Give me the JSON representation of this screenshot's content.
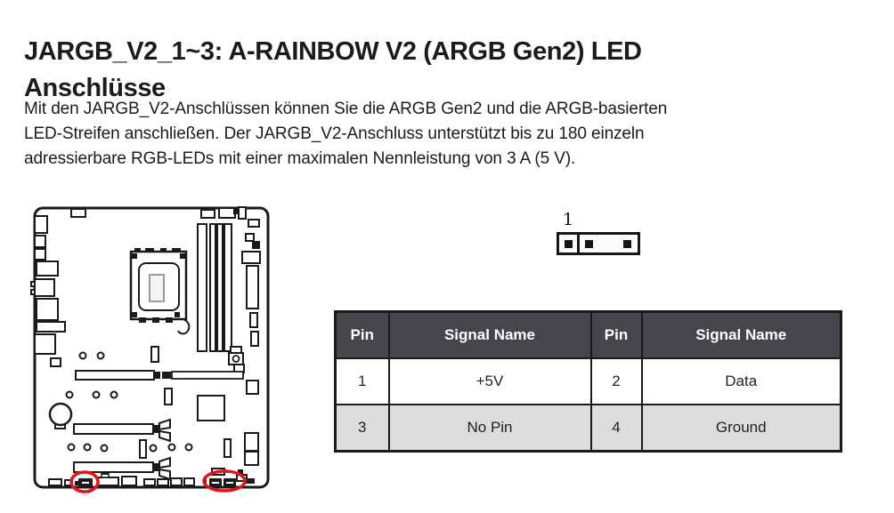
{
  "document": {
    "title_line1": "JARGB_V2_1~3: A-RAINBOW V2 (ARGB Gen2) LED",
    "title_line2": "Anschlüsse",
    "body_line1": "Mit den JARGB_V2-Anschlüssen können Sie die ARGB Gen2 und die ARGB-basierten",
    "body_line2": "LED-Streifen anschließen. Der JARGB_V2-Anschluss unterstützt bis zu 180 einzeln",
    "body_line3": "adressierbare RGB-LEDs mit einer maximalen Nennleistung von 3 A (5 V)."
  },
  "connector": {
    "pin1_label": "1"
  },
  "pin_table": {
    "headers": [
      "Pin",
      "Signal Name",
      "Pin",
      "Signal Name"
    ],
    "rows": [
      [
        "1",
        "+5V",
        "2",
        "Data"
      ],
      [
        "3",
        "No Pin",
        "4",
        "Ground"
      ]
    ]
  },
  "colors": {
    "table_header_bg": "#46464a",
    "table_header_text": "#ffffff",
    "table_alt_row_bg": "#dcdcde",
    "border": "#1a1a1a",
    "highlight_red": "#e4131c",
    "text": "#1b1b1b"
  }
}
